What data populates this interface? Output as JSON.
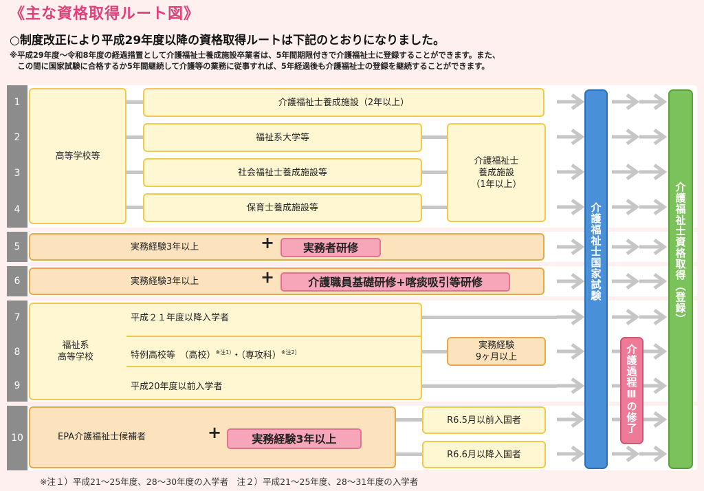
{
  "header": {
    "title": "《主な資格取得ルート図》",
    "intro": "○制度改正により平成29年度以降の資格取得ルートは下記のとおりになりました。",
    "note": "※平成29年度～令和8年度の経過措置として介護福祉士養成施設卒業者は、5年間期限付きで介護福祉士に登録することができます。また、\n　この間に国家試験に合格するか5年間継続して介護等の業務に従事すれば、5年経過後も介護福祉士の登録を継続することができます。"
  },
  "row_numbers": [
    "1",
    "2",
    "3",
    "4",
    "5",
    "6",
    "7",
    "8",
    "9",
    "10"
  ],
  "nodes": {
    "high_school": "高等学校等",
    "r1_facility": "介護福祉士養成施設（2年以上）",
    "r2_university": "福祉系大学等",
    "r3_social": "社会福祉士養成施設等",
    "r4_nursery": "保育士養成施設等",
    "care_facility_1yr": "介護福祉士\n養成施設\n（1年以上）",
    "r5_exp": "実務経験3年以上",
    "r5_training": "実務者研修",
    "r6_exp": "実務経験3年以上",
    "r6_training": "介護職員基礎研修+喀痰吸引等研修",
    "welfare_hs": "福祉系\n高等学校",
    "r7_text": "平成２１年度以降入学者",
    "r8_text": "特例高校等　（高校）",
    "r8_note1": "※注1）",
    "r8_mid": "・（専攻科）",
    "r8_note2": "※注2）",
    "r8_exp": "実務経験\n9ヶ月以上",
    "r9_text": "平成20年度以前入学者",
    "epa": "EPA介護福祉士候補者",
    "epa_exp": "実務経験3年以上",
    "r10a": "R6.5月以前入国者",
    "r10b": "R6.6月以降入国者",
    "plus": "+",
    "national_exam": "介護福祉士国家試験",
    "training_process": "介護過程Ⅲの修了",
    "qualification": "介護福祉士資格取得（登録）"
  },
  "footnote": "※注１）平成21～25年度、28～30年度の入学者　注２）平成21～25年度、28～31年度の入学者",
  "colors": {
    "title": "#e0407a",
    "exam_bar": "#4a90d9",
    "qual_bar": "#7cc25b",
    "pink": "#f7a5b8"
  }
}
